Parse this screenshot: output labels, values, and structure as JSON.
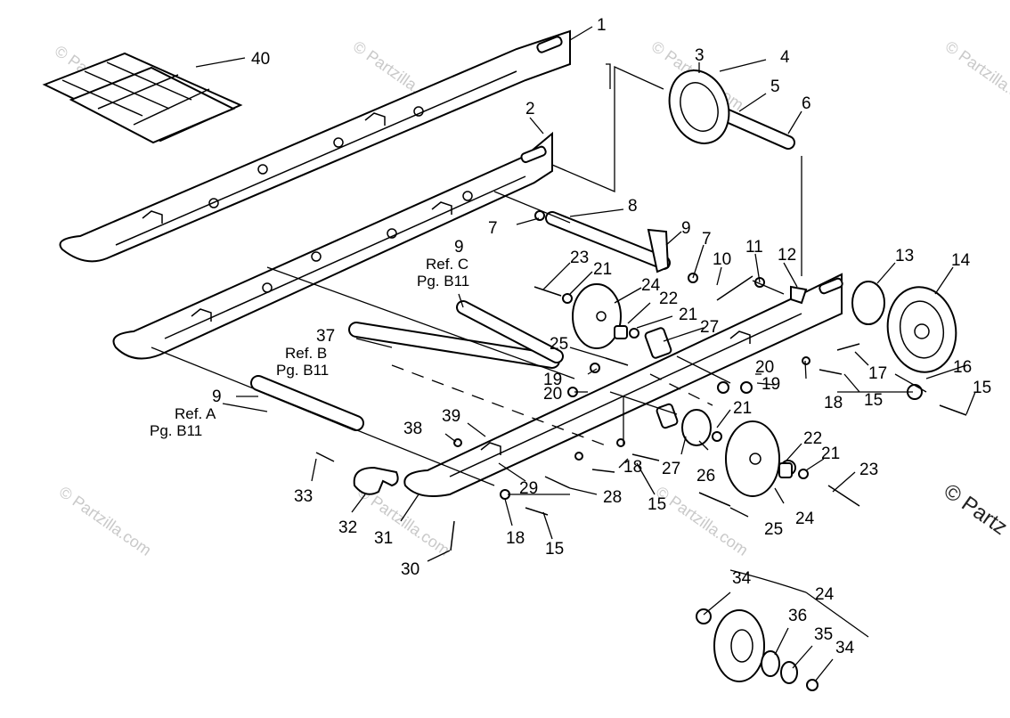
{
  "diagram": {
    "callouts": [
      "1",
      "2",
      "3",
      "4",
      "5",
      "6",
      "7",
      "8",
      "9",
      "7",
      "10",
      "11",
      "12",
      "13",
      "14",
      "23",
      "21",
      "24",
      "22",
      "21",
      "27",
      "25",
      "19",
      "20",
      "19",
      "18",
      "15",
      "17",
      "16",
      "15",
      "20",
      "21",
      "22",
      "21",
      "23",
      "18",
      "15",
      "26",
      "27",
      "25",
      "24",
      "39",
      "38",
      "37",
      "33",
      "32",
      "31",
      "30",
      "29",
      "28",
      "18",
      "15",
      "40",
      "9",
      "34",
      "24",
      "36",
      "35",
      "34"
    ],
    "refs": [
      {
        "number": "9",
        "ref": "Ref. C",
        "page": "Pg. B11"
      },
      {
        "number": "37",
        "ref": "Ref. B",
        "page": "Pg. B11"
      },
      {
        "number": "9",
        "ref": "Ref. A",
        "page": "Pg. B11"
      }
    ],
    "watermark": "© Partzilla.com",
    "watermark_edge": "© Partz"
  }
}
